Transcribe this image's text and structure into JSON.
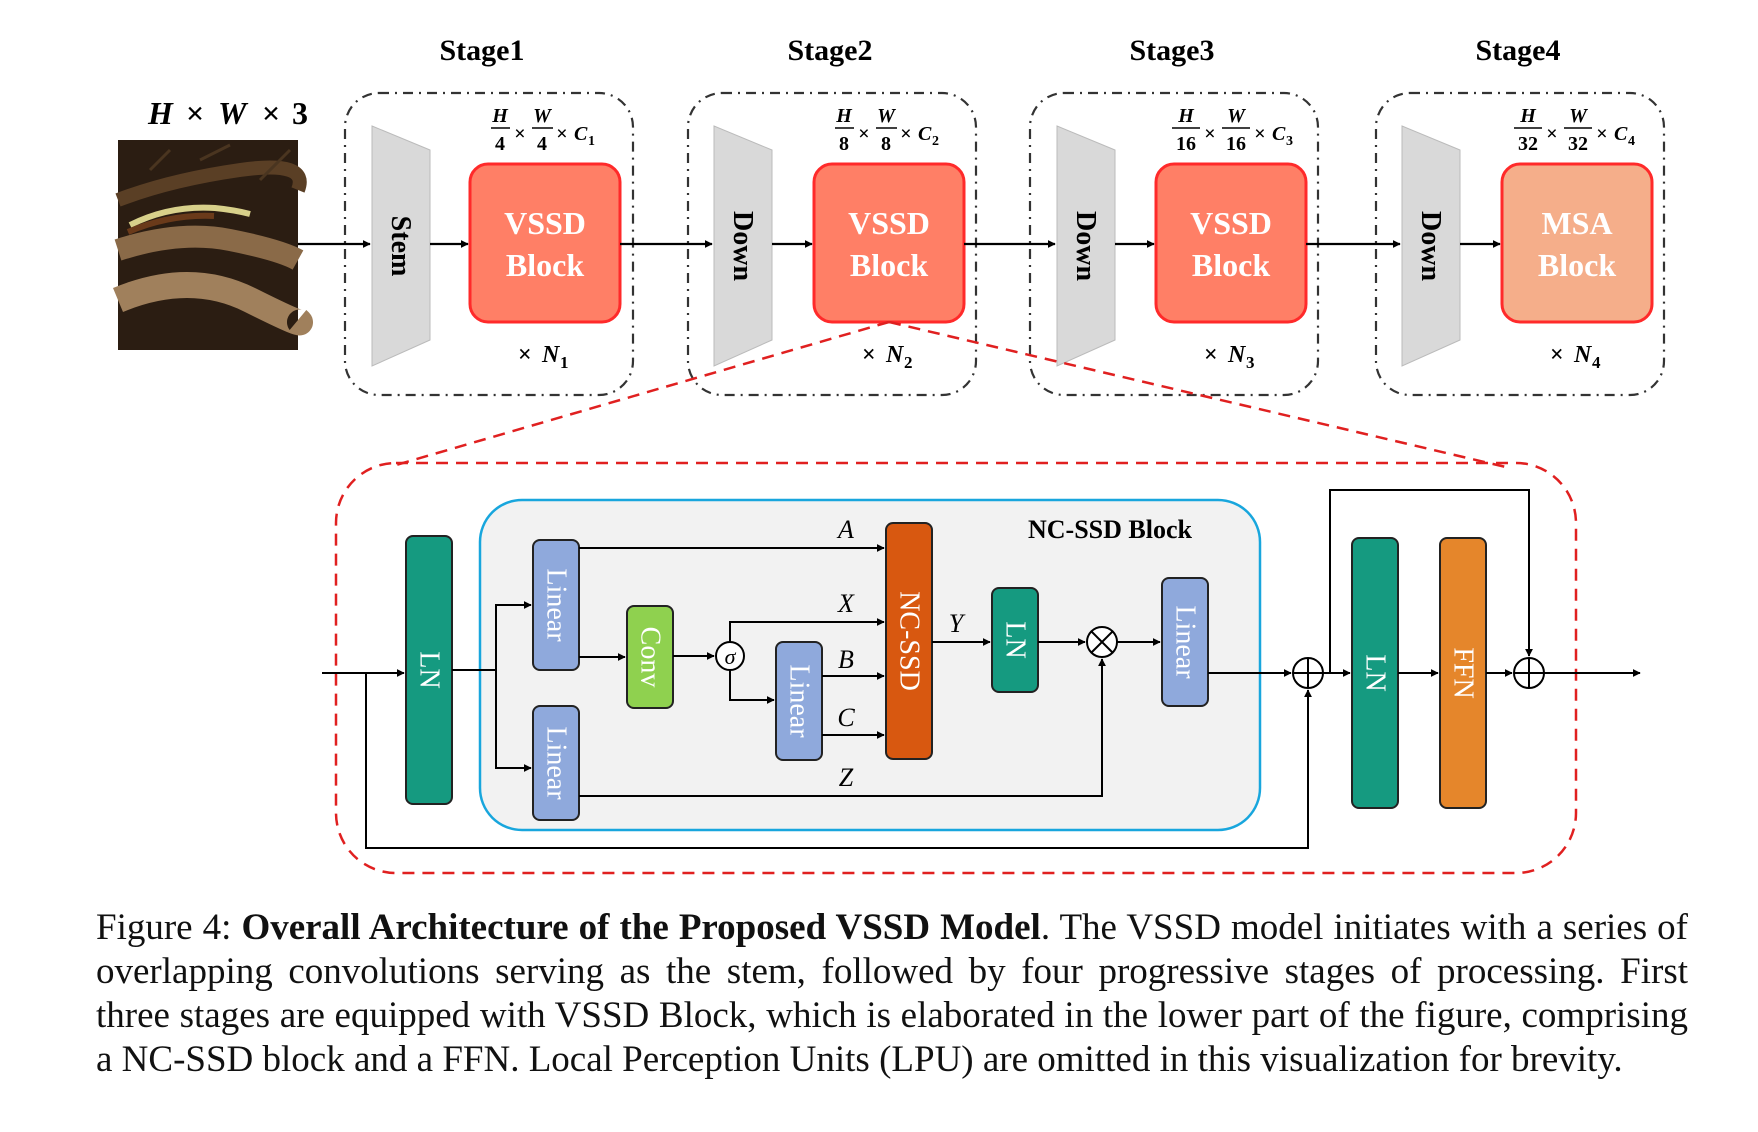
{
  "stages": [
    {
      "title": "Stage1",
      "block_top": "VSSD",
      "block_bottom": "Block",
      "ds": "Stem",
      "res_num": "4",
      "c": "C",
      "c_sub": "1",
      "n": "N",
      "n_sub": "1"
    },
    {
      "title": "Stage2",
      "block_top": "VSSD",
      "block_bottom": "Block",
      "ds": "Down",
      "res_num": "8",
      "c": "C",
      "c_sub": "2",
      "n": "N",
      "n_sub": "2"
    },
    {
      "title": "Stage3",
      "block_top": "VSSD",
      "block_bottom": "Block",
      "ds": "Down",
      "res_num": "16",
      "c": "C",
      "c_sub": "3",
      "n": "N",
      "n_sub": "3"
    },
    {
      "title": "Stage4",
      "block_top": "MSA",
      "block_bottom": "Block",
      "ds": "Down",
      "res_num": "32",
      "c": "C",
      "c_sub": "4",
      "n": "N",
      "n_sub": "4"
    }
  ],
  "input": {
    "label_h": "H",
    "label_w": "W",
    "label_c": "3",
    "times": "×",
    "image": "snake-photo"
  },
  "frac": {
    "H": "H",
    "W": "W",
    "times": "×"
  },
  "lower": {
    "title": "NC-SSD Block",
    "ln_left": "LN",
    "linear_top": "Linear",
    "linear_bottom": "Linear",
    "conv": "Conv",
    "sigma": "σ",
    "linear_mid": "Linear",
    "ncssd": "NC-SSD",
    "ln_inner": "LN",
    "linear_out": "Linear",
    "ln_right": "LN",
    "ffn": "FFN",
    "A": "A",
    "X": "X",
    "B": "B",
    "C": "C",
    "Y": "Y",
    "Z": "Z",
    "plus": "+",
    "mult": "×"
  },
  "caption": {
    "prefix": "Figure 4: ",
    "bold": "Overall Architecture of the Proposed VSSD Model",
    "rest": ". The VSSD model initiates with a series of overlapping convolutions serving as the stem, followed by four progressive stages of processing. First three stages are equipped with VSSD Block, which is elaborated in the lower part of the figure, comprising a NC-SSD block and a FFN. Local Perception Units (LPU) are omitted in this visualization for brevity."
  },
  "colors": {
    "vssd": "#ff7f66",
    "vssd_border": "#ff2a2a",
    "msa": "#f5ae8a",
    "msa_border": "#ff2a2a",
    "trap": "#d9d9d9",
    "ln": "#159a80",
    "linear": "#8fa9dc",
    "conv": "#8fd14f",
    "ncssd": "#d85810",
    "ffn": "#e5862b",
    "nc_box": "#f2f2f2",
    "nc_border": "#18a6dd",
    "red_dash": "#e02020"
  }
}
